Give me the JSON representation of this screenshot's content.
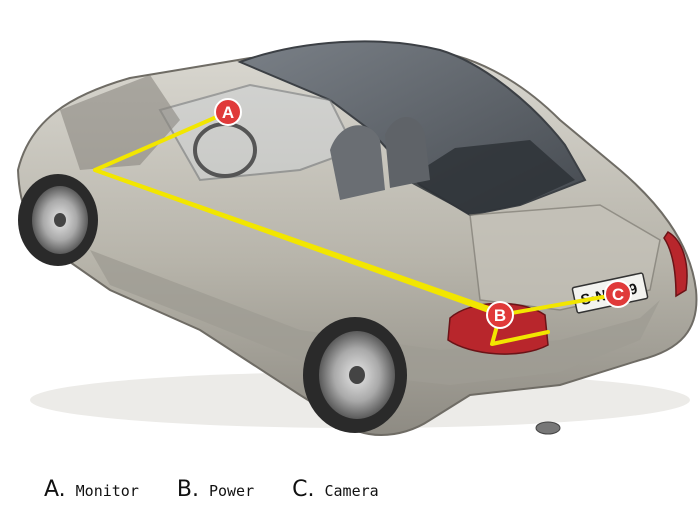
{
  "markers": [
    {
      "id": "A",
      "label": "A"
    },
    {
      "id": "B",
      "label": "B"
    },
    {
      "id": "C",
      "label": "C"
    }
  ],
  "plate": {
    "text": "S·NC 29"
  },
  "legend": [
    {
      "letter": "A.",
      "text": "Monitor"
    },
    {
      "letter": "B.",
      "text": "Power"
    },
    {
      "letter": "C.",
      "text": "Camera"
    }
  ],
  "colors": {
    "wire": "#f2e600",
    "marker_fill": "#e03a3a",
    "marker_text": "#ffffff",
    "body": "#b9b6ad",
    "roof": "#5d636a",
    "taillight": "#b8262c"
  }
}
